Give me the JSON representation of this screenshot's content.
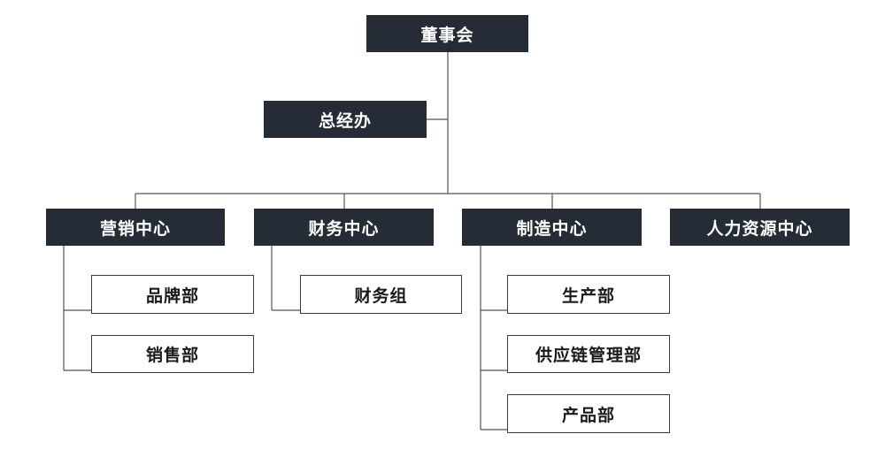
{
  "org": {
    "board": "董事会",
    "office": "总经办",
    "marketing": {
      "name": "营销中心",
      "children": [
        "品牌部",
        "销售部"
      ]
    },
    "finance": {
      "name": "财务中心",
      "children": [
        "财务组"
      ]
    },
    "manufacturing": {
      "name": "制造中心",
      "children": [
        "生产部",
        "供应链管理部",
        "产品部"
      ]
    },
    "hr": {
      "name": "人力资源中心"
    }
  },
  "colors": {
    "dark_box": "#262c35",
    "dark_text": "#ffffff",
    "light_border": "#3a3a3a",
    "line": "#555555"
  }
}
